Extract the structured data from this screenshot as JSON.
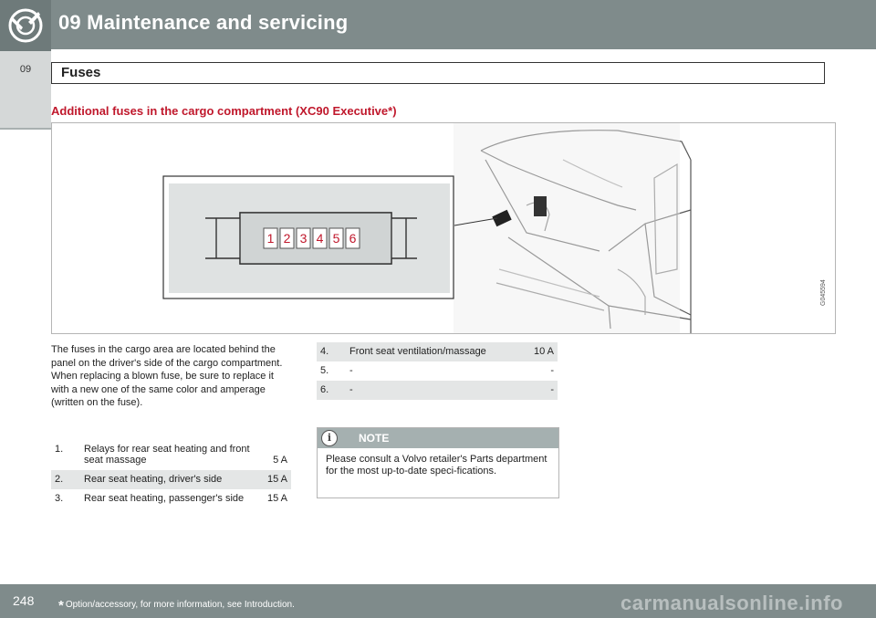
{
  "header": {
    "title": "09 Maintenance and servicing",
    "icon": "wrench-gear-icon"
  },
  "side_tab": {
    "label": "09"
  },
  "section": {
    "title": "Fuses"
  },
  "sub_heading": "Additional fuses in the cargo compartment (XC90 Executive*)",
  "figure": {
    "fuse_numbers": [
      "1",
      "2",
      "3",
      "4",
      "5",
      "6"
    ],
    "code": "G045594"
  },
  "body_text": "The fuses in the cargo area are located behind the panel on the driver's side of the cargo compartment. When replacing a blown fuse, be sure to replace it with a new one of the same color and amperage (written on the fuse).",
  "fuses_left": [
    {
      "num": "1.",
      "desc": "Relays for rear seat heating and front seat massage",
      "amp": "5 A"
    },
    {
      "num": "2.",
      "desc": "Rear seat heating, driver's side",
      "amp": "15 A"
    },
    {
      "num": "3.",
      "desc": "Rear seat heating, passenger's side",
      "amp": "15 A"
    }
  ],
  "fuses_right": [
    {
      "num": "4.",
      "desc": "Front seat ventilation/massage",
      "amp": "10 A"
    },
    {
      "num": "5.",
      "desc": "-",
      "amp": "-"
    },
    {
      "num": "6.",
      "desc": "-",
      "amp": "-"
    }
  ],
  "note": {
    "label": "NOTE",
    "icon": "info-icon",
    "icon_glyph": "i",
    "text": "Please consult a Volvo retailer's Parts department for the most up-to-date speci-fications."
  },
  "footer": {
    "page": "248",
    "star": "*",
    "footnote": "Option/accessory, for more information, see Introduction."
  },
  "watermark": "carmanualsonline.info",
  "colors": {
    "header_bg": "#7f8b8b",
    "heading_red": "#c0182c",
    "table_shade": "#e4e6e6",
    "note_header": "#a5b0b0"
  }
}
